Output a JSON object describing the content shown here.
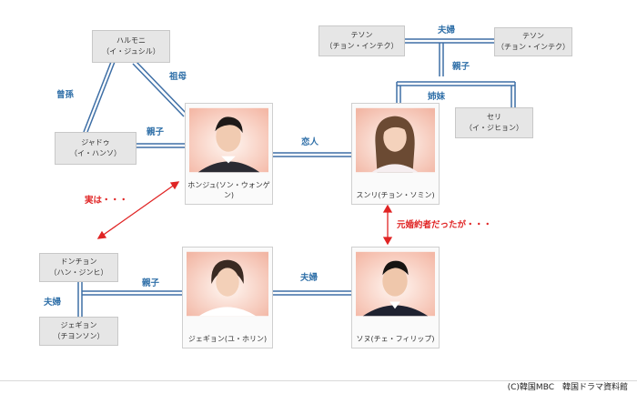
{
  "people": {
    "harmoni": {
      "name": "ハルモニ",
      "actor": "（イ・ジュシル）"
    },
    "jadou": {
      "name": "ジャドゥ",
      "actor": "（イ・ハンソ）"
    },
    "hongju": {
      "caption": "ホンジュ(ソン・ウォンゲン)"
    },
    "sunri": {
      "caption": "スンリ(チョン・ソミン)"
    },
    "teson1": {
      "name": "テソン",
      "actor": "（チョン・インテク）"
    },
    "teson2": {
      "name": "テソン",
      "actor": "（チョン・インテク）"
    },
    "seri": {
      "name": "セリ",
      "actor": "（イ・ジヒョン）"
    },
    "dongchon": {
      "name": "ドンチョン",
      "actor": "（ハン・ジンヒ）"
    },
    "jegyon_f": {
      "name": "ジェギョン",
      "actor": "（チヨンソン）"
    },
    "jegyon": {
      "caption": "ジェギョン(ユ・ホリン)"
    },
    "sojun": {
      "caption": "ソヌ(チェ・フィリップ)"
    }
  },
  "relations": {
    "sobo": "祖母",
    "soson": "曾孫",
    "oyako1": "親子",
    "koibito": "恋人",
    "fufu_top": "夫婦",
    "oyako_top": "親子",
    "shimai": "姉妹",
    "jitsuwa": "実は・・・",
    "moto": "元婚約者だったが・・・",
    "oyako2": "親子",
    "fufu_left": "夫婦",
    "fufu_mid": "夫婦"
  },
  "credit": "(C)韓国MBC　韓国ドラマ資料館"
}
